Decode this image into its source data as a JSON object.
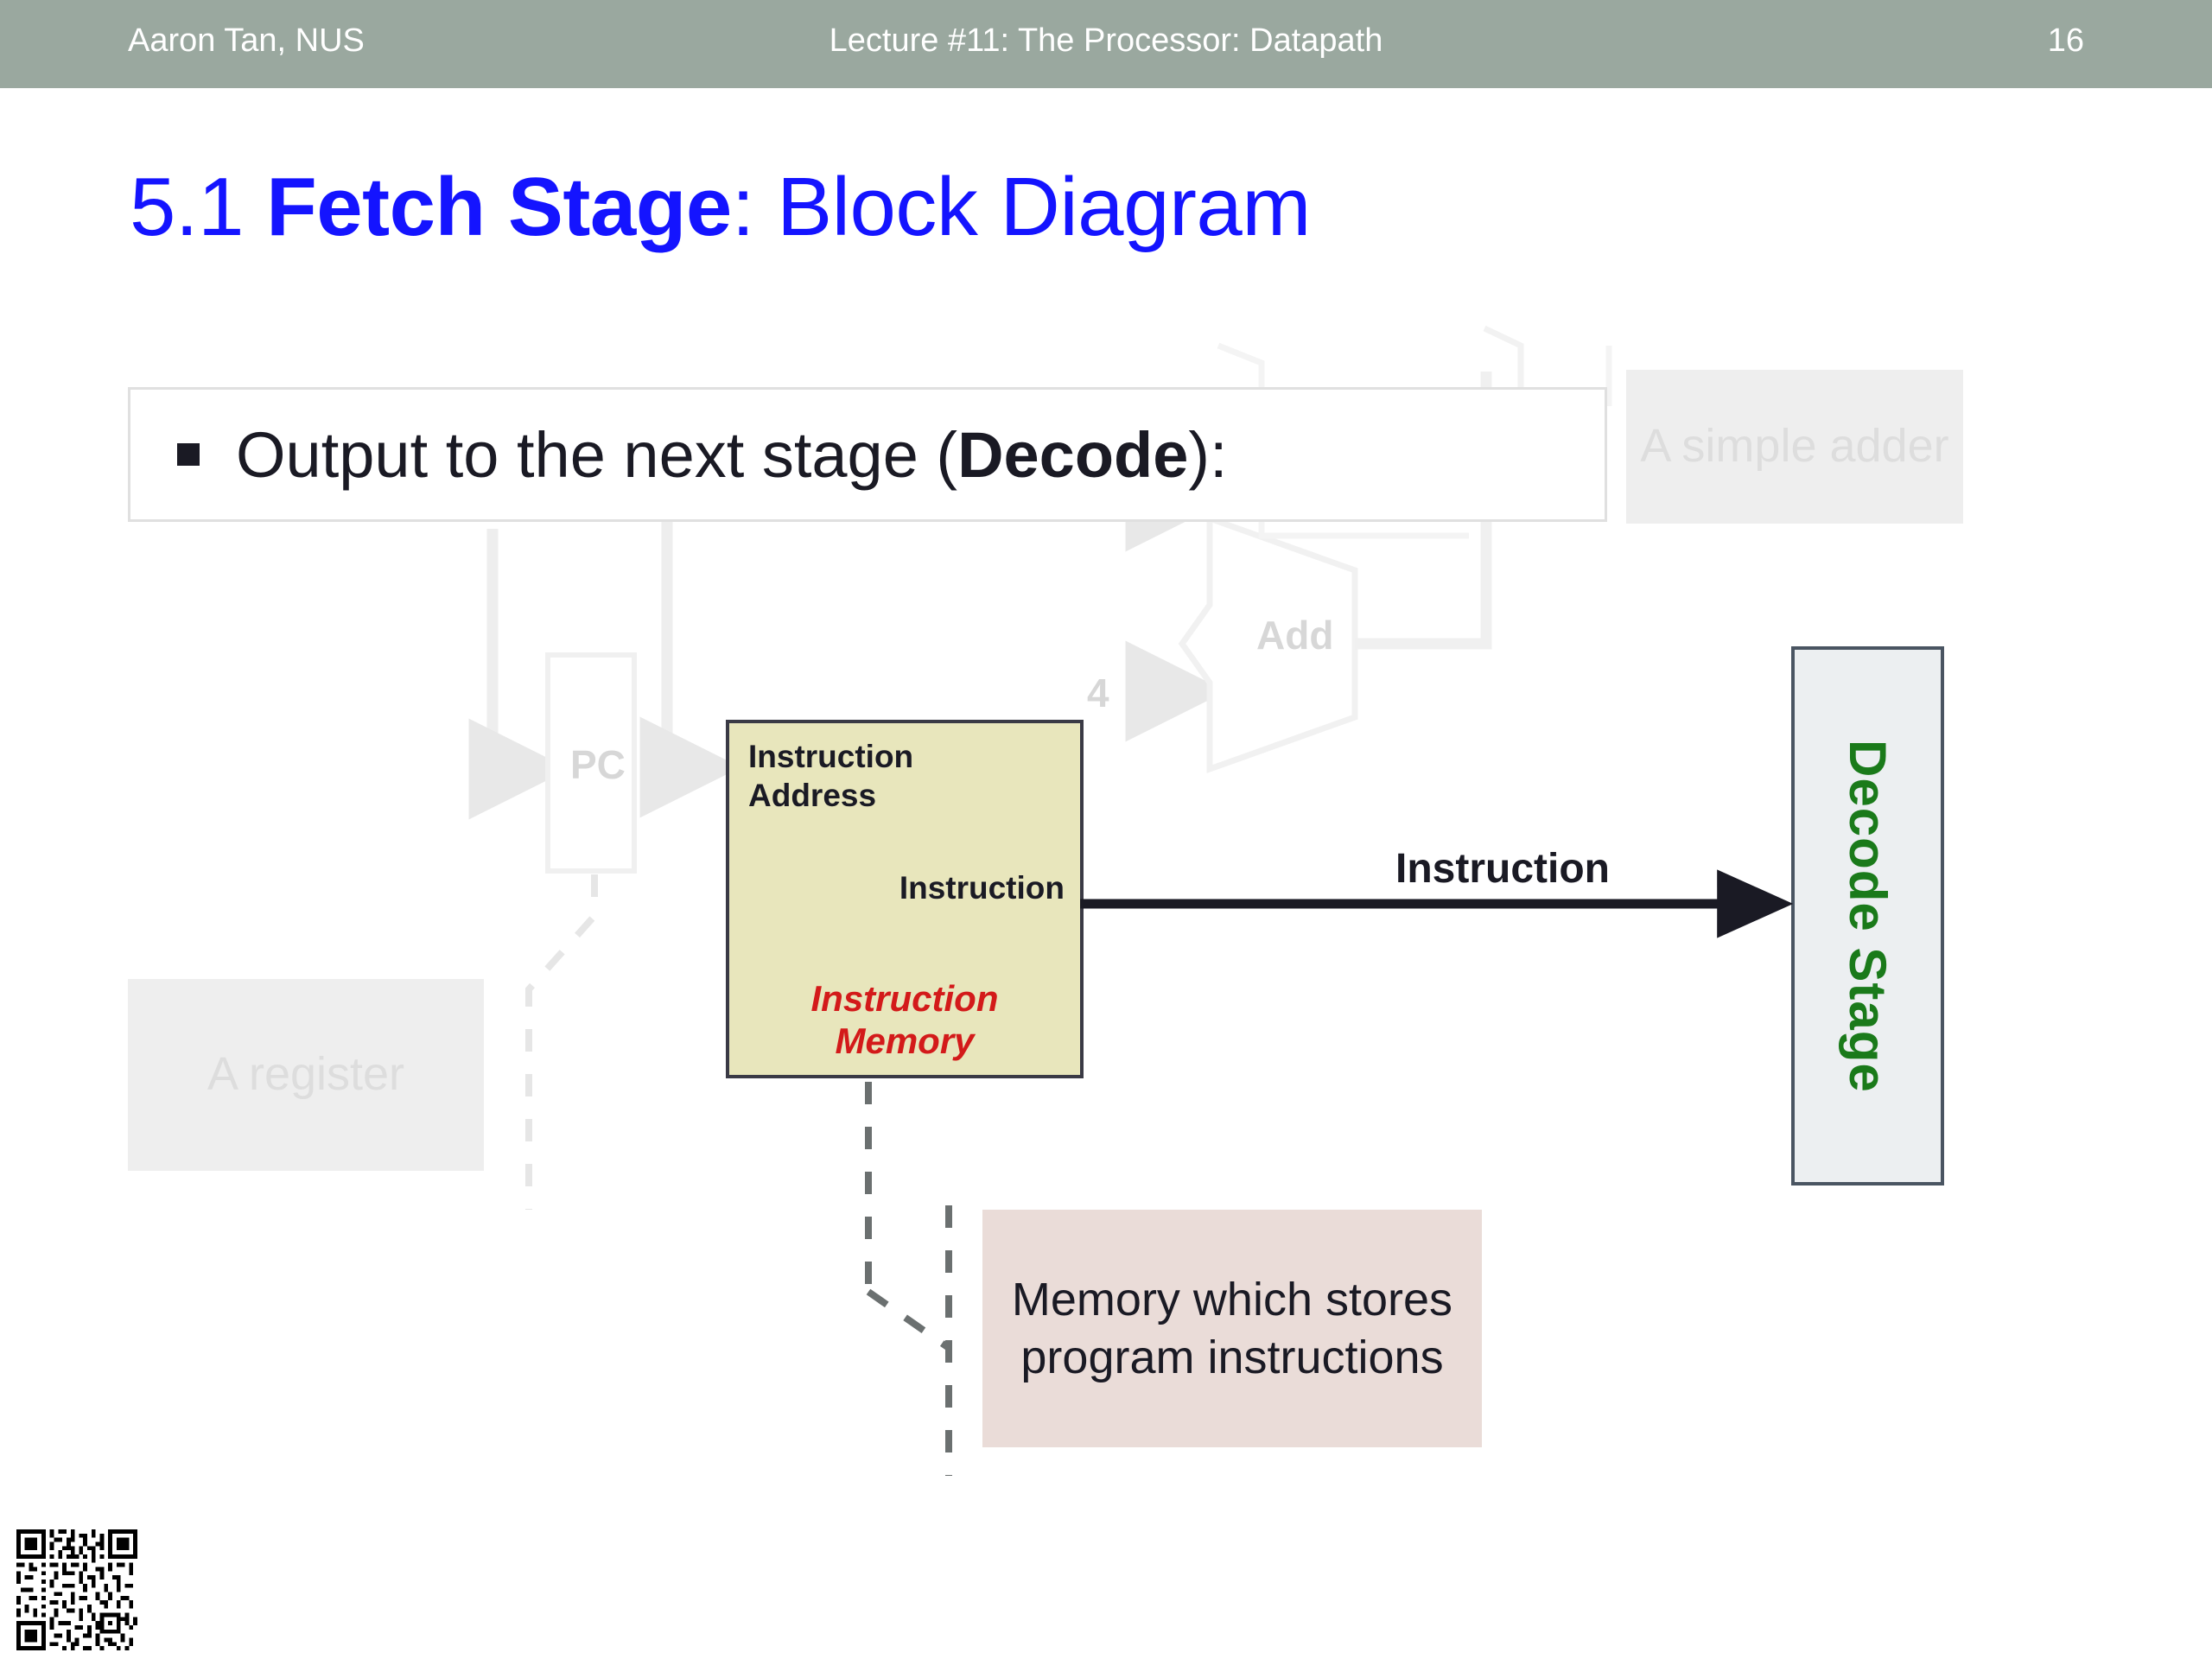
{
  "header": {
    "author": "Aaron Tan, NUS",
    "title": "Lecture #11: The Processor: Datapath",
    "page_number": "16"
  },
  "slide": {
    "title_number": "5.1 ",
    "title_bold": "Fetch Stage",
    "title_rest": ": Block Diagram",
    "title_color": "#1414ff"
  },
  "bullet": {
    "text_before": "Output to the next stage (",
    "text_bold": "Decode",
    "text_after": "):",
    "marker": "square-bullet"
  },
  "diagram": {
    "instruction_memory": {
      "input_port_label": "Instruction\nAddress",
      "output_port_label": "Instruction",
      "block_name": "Instruction\nMemory",
      "fill_color": "#e8e6bc",
      "border_color": "#3a3a45",
      "name_color": "#d31a1a"
    },
    "decode_stage": {
      "label": "Decode Stage",
      "fill_color": "#eceff1",
      "border_color": "#4a5562",
      "text_color": "#1a7a1a"
    },
    "instruction_arrow": {
      "label": "Instruction",
      "color": "#1a1a24"
    },
    "faded_elements": {
      "pc_label": "PC",
      "add_label": "Add",
      "four_label": "4",
      "color": "#e8e8e8",
      "text_color": "#d7d7d7"
    }
  },
  "callouts": {
    "adder": {
      "text": "A simple adder",
      "background": "#eeeeee",
      "text_color": "#dddddd",
      "state": "faded"
    },
    "register": {
      "text": "A register",
      "background": "#eeeeee",
      "text_color": "#dddddd",
      "state": "faded"
    },
    "memory": {
      "text": "Memory which stores program instructions",
      "background": "#eadcd8",
      "text_color": "#1a1a24",
      "state": "active"
    }
  },
  "footer": {
    "qr_code": "qr-code-icon"
  }
}
